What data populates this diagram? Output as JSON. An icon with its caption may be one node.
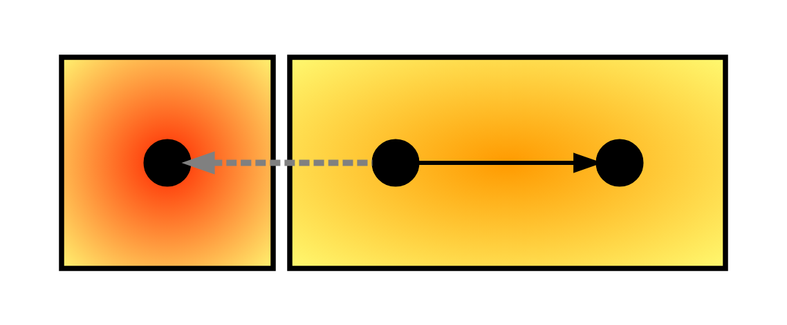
{
  "diagram": {
    "nodes": [
      {
        "text": [],
        "shape": "blob"
      },
      {
        "text": [],
        "shape": "circle",
        "in": 0
      },
      {
        "text": [],
        "shape": "blob"
      },
      {
        "text": [],
        "shape": "circle",
        "in": 2
      },
      {
        "text": [],
        "shape": "circle",
        "in": 2
      }
    ],
    "edges": [
      {
        "from": 3,
        "to": 1,
        "arrow": "to",
        "style": "dashed",
        "color": "#808080"
      },
      {
        "from": 3,
        "to": 4,
        "arrow": "to",
        "color": "#000000"
      }
    ]
  }
}
